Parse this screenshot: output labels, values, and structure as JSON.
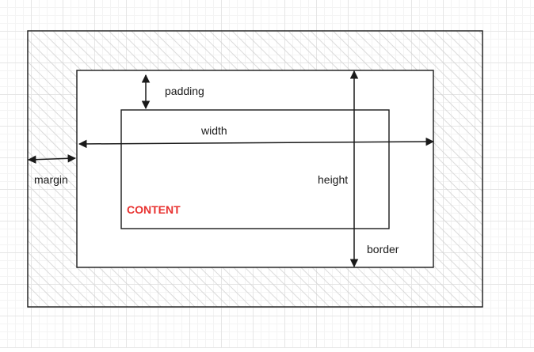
{
  "diagram": {
    "labels": {
      "padding": "padding",
      "width": "width",
      "margin": "margin",
      "height": "height",
      "content": "CONTENT",
      "border": "border"
    },
    "colors": {
      "stroke": "#1a1a1a",
      "hatch": "#cfcfcf",
      "content_text": "#e8312f",
      "grid": "#e6e6e6"
    }
  }
}
